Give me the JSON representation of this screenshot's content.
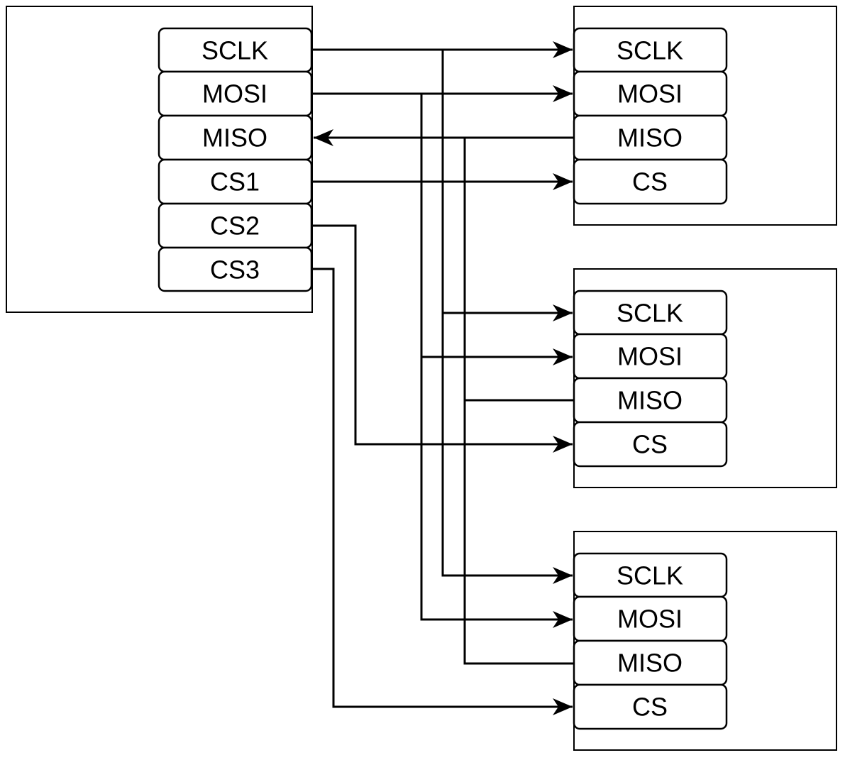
{
  "master": {
    "pins": [
      "SCLK",
      "MOSI",
      "MISO",
      "CS1",
      "CS2",
      "CS3"
    ]
  },
  "slaves": [
    {
      "pins": [
        "SCLK",
        "MOSI",
        "MISO",
        "CS"
      ]
    },
    {
      "pins": [
        "SCLK",
        "MOSI",
        "MISO",
        "CS"
      ]
    },
    {
      "pins": [
        "SCLK",
        "MOSI",
        "MISO",
        "CS"
      ]
    }
  ],
  "connections": [
    {
      "from": "master.SCLK",
      "to": [
        "slave1.SCLK",
        "slave2.SCLK",
        "slave3.SCLK"
      ],
      "direction": "to-slave"
    },
    {
      "from": "master.MOSI",
      "to": [
        "slave1.MOSI",
        "slave2.MOSI",
        "slave3.MOSI"
      ],
      "direction": "to-slave"
    },
    {
      "from": "slave.MISO",
      "to": [
        "master.MISO"
      ],
      "direction": "to-master"
    },
    {
      "from": "master.CS1",
      "to": [
        "slave1.CS"
      ],
      "direction": "to-slave"
    },
    {
      "from": "master.CS2",
      "to": [
        "slave2.CS"
      ],
      "direction": "to-slave"
    },
    {
      "from": "master.CS3",
      "to": [
        "slave3.CS"
      ],
      "direction": "to-slave"
    }
  ]
}
